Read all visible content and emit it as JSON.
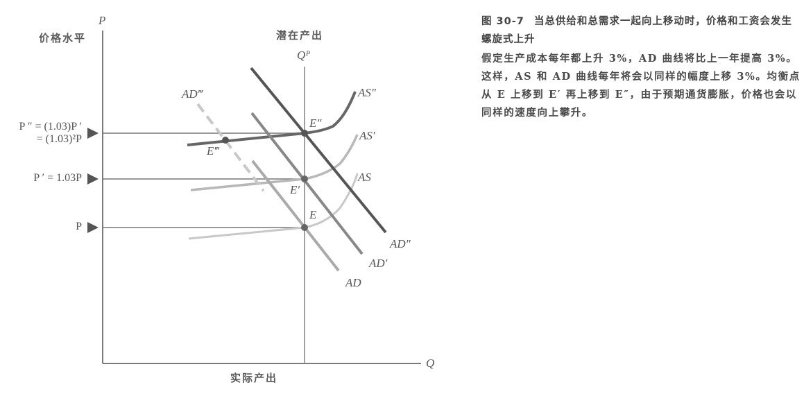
{
  "figure": {
    "number": "图 30-7",
    "title": "当总供给和总需求一起向上移动时，价格和工资会发生螺旋式上升",
    "body": "假定生产成本每年都上升 3%，AD 曲线将比上一年提高 3%。这样，AS 和 AD 曲线每年将会以同样的幅度上移 3%。均衡点从 E 上移到 E′ 再上移到 E″，由于预期通货膨胀，价格也会以同样的速度向上攀升。"
  },
  "axes": {
    "y_symbol": "P",
    "y_label": "价格水平",
    "x_symbol": "Q",
    "x_label": "实际产出",
    "potential_label": "潜在产出",
    "potential_symbol": "Qᴾ"
  },
  "price_ticks": [
    {
      "id": "P2",
      "line1": "P ″ = (1.03)P ′",
      "line2": "= (1.03)²P"
    },
    {
      "id": "P1",
      "line1": "P ′ = 1.03P"
    },
    {
      "id": "P0",
      "line1": "P"
    }
  ],
  "curves": {
    "AS": "AS",
    "AS1": "AS′",
    "AS2": "AS″",
    "AD": "AD",
    "AD1": "AD′",
    "AD2": "AD″",
    "AD3": "AD‴"
  },
  "points": {
    "E": "E",
    "E1": "E′",
    "E2": "E″",
    "E3": "E‴"
  },
  "colors": {
    "axis": "#7a7a7a",
    "ad": "#888888",
    "ad2": "#555555",
    "as_faint": "#bbbbbb",
    "as2": "#666666",
    "marker": "#555555"
  },
  "chart_data": {
    "type": "line",
    "title": "当总供给和总需求一起向上移动时，价格和工资会发生螺旋式上升",
    "xlabel": "实际产出 (Q)",
    "ylabel": "价格水平 (P)",
    "reference_lines": {
      "vertical": "潜在产出 Qᴾ",
      "horizontal": [
        "P",
        "P′ = 1.03P",
        "P″ = (1.03)²P"
      ]
    },
    "series": [
      {
        "name": "AD",
        "kind": "demand"
      },
      {
        "name": "AD′",
        "kind": "demand"
      },
      {
        "name": "AD″",
        "kind": "demand"
      },
      {
        "name": "AD‴",
        "kind": "demand",
        "style": "dashed"
      },
      {
        "name": "AS",
        "kind": "supply"
      },
      {
        "name": "AS′",
        "kind": "supply"
      },
      {
        "name": "AS″",
        "kind": "supply"
      }
    ],
    "equilibria": [
      {
        "name": "E",
        "price": "P",
        "output": "Qᴾ"
      },
      {
        "name": "E′",
        "price": "1.03P",
        "output": "Qᴾ"
      },
      {
        "name": "E″",
        "price": "(1.03)²P",
        "output": "Qᴾ"
      },
      {
        "name": "E‴",
        "price": "(1.03)²P",
        "output": "< Qᴾ"
      }
    ],
    "shift_rate_pct": 3
  }
}
